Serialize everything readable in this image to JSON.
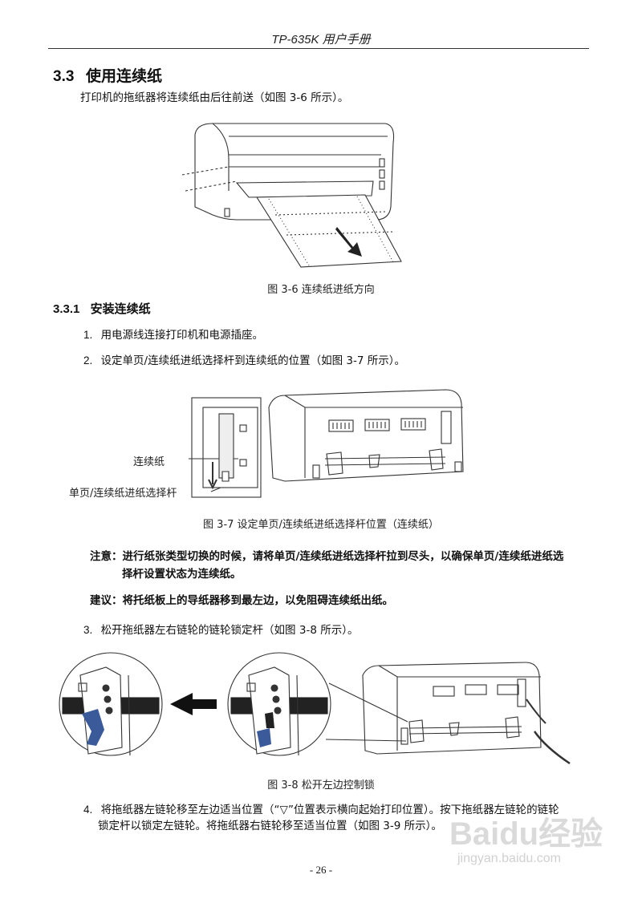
{
  "header": {
    "title": "TP-635K 用户手册"
  },
  "section": {
    "number": "3.3",
    "title": "使用连续纸",
    "intro": "打印机的拖纸器将连续纸由后往前送（如图 3-6 所示）。"
  },
  "figure_3_6": {
    "caption": "图 3-6  连续纸进纸方向"
  },
  "subsection": {
    "number": "3.3.1",
    "title": "安装连续纸"
  },
  "steps": [
    {
      "num": "1.",
      "text": "用电源线连接打印机和电源插座。"
    },
    {
      "num": "2.",
      "text": "设定单页/连续纸进纸选择杆到连续纸的位置（如图 3-7 所示）。"
    },
    {
      "num": "3.",
      "text": "松开拖纸器左右链轮的链轮锁定杆（如图 3-8 所示）。"
    },
    {
      "num": "4.",
      "text_line1": "将拖纸器左链轮移至左边适当位置（“▽”位置表示横向起始打印位置）。按下拖纸器左链轮的链轮",
      "text_line2": "锁定杆以锁定左链轮。将拖纸器右链轮移至适当位置（如图 3-9 所示）。"
    }
  ],
  "figure_3_7": {
    "label_continuous": "连续纸",
    "label_lever": "单页/连续纸进纸选择杆",
    "caption": "图 3-7  设定单页/连续纸进纸选择杆位置（连续纸）"
  },
  "note": {
    "line1": "注意：进行纸张类型切换的时候，请将单页/连续纸进纸选择杆拉到尽头，以确保单页/连续纸进纸选",
    "line2": "择杆设置状态为连续纸。"
  },
  "advice": {
    "text": "建议：将托纸板上的导纸器移到最左边，以免阻碍连续纸出纸。"
  },
  "figure_3_8": {
    "caption": "图 3-8  松开左边控制锁"
  },
  "footer": {
    "page": "- 26 -"
  },
  "watermark": {
    "brand": "Baidu经验",
    "url": "jingyan.baidu.com"
  },
  "colors": {
    "accent_blue": "#3a5a9a",
    "line": "#333333"
  }
}
